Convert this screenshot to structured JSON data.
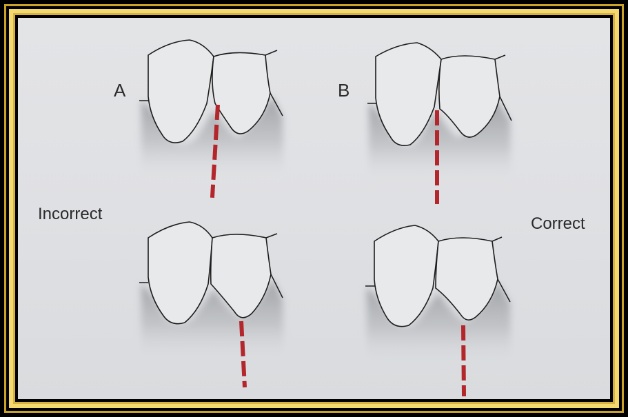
{
  "labels": {
    "a": "A",
    "b": "B",
    "incorrect": "Incorrect",
    "correct": "Correct"
  },
  "colors": {
    "frame_gold": "#f4da6e",
    "panel_bg": "#e0e1e4",
    "tooth_fill": "#e8e9eb",
    "tooth_stroke": "#1c1c1c",
    "gum_shadow": "#a9abaf",
    "cut_line": "#b3262b"
  }
}
